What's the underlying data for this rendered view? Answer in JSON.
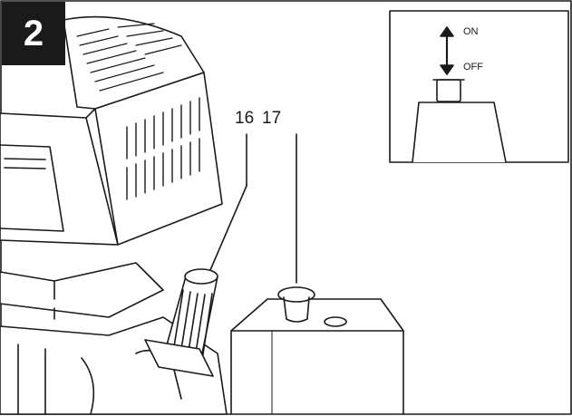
{
  "figure": {
    "step_number": "2",
    "callouts": [
      "16",
      "17"
    ],
    "inset": {
      "on_label": "ON",
      "off_label": "OFF"
    }
  }
}
